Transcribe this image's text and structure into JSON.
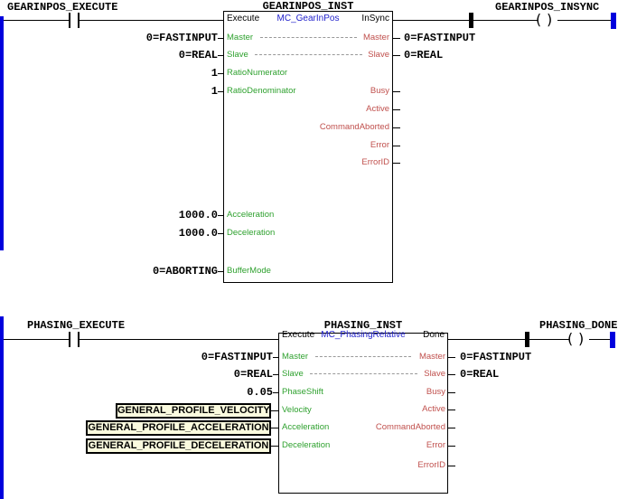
{
  "colors": {
    "power_rail": "#0000dd",
    "wire": "#000000",
    "input_pin": "#2fa12f",
    "output_pin": "#c0504d",
    "fb_type_name": "#2222cc",
    "define_box_bg": "#fbfbdf"
  },
  "rung1": {
    "contact_label": "GEARINPOS_EXECUTE",
    "coil_label": "GEARINPOS_INSYNC",
    "block": {
      "instance": "GEARINPOS_INST",
      "type": "MC_GearInPos",
      "exec_in": "Execute",
      "exec_out": "InSync",
      "pin_master": "Master",
      "pin_master_out": "Master",
      "pin_slave": "Slave",
      "pin_slave_out": "Slave",
      "pin_ratio_numerator": "RatioNumerator",
      "pin_ratio_denominator": "RatioDenominator",
      "pin_acceleration": "Acceleration",
      "pin_deceleration": "Deceleration",
      "pin_buffer_mode": "BufferMode",
      "pin_busy": "Busy",
      "pin_active": "Active",
      "pin_command_aborted": "CommandAborted",
      "pin_error": "Error",
      "pin_error_id": "ErrorID"
    },
    "values": {
      "master_in": "0=FASTINPUT",
      "master_out": "0=FASTINPUT",
      "slave_in": "0=REAL",
      "slave_out": "0=REAL",
      "ratio_numerator": "1",
      "ratio_denominator": "1",
      "acceleration": "1000.0",
      "deceleration": "1000.0",
      "buffer_mode": "0=ABORTING"
    }
  },
  "rung2": {
    "contact_label": "PHASING_EXECUTE",
    "coil_label": "PHASING_DONE",
    "block": {
      "instance": "PHASING_INST",
      "type": "MC_PhasingRelative",
      "exec_in": "Execute",
      "exec_out": "Done",
      "pin_master": "Master",
      "pin_master_out": "Master",
      "pin_slave": "Slave",
      "pin_slave_out": "Slave",
      "pin_phase_shift": "PhaseShift",
      "pin_velocity": "Velocity",
      "pin_acceleration": "Acceleration",
      "pin_deceleration": "Deceleration",
      "pin_busy": "Busy",
      "pin_active": "Active",
      "pin_command_aborted": "CommandAborted",
      "pin_error": "Error",
      "pin_error_id": "ErrorID"
    },
    "values": {
      "master_in": "0=FASTINPUT",
      "master_out": "0=FASTINPUT",
      "slave_in": "0=REAL",
      "slave_out": "0=REAL",
      "phase_shift": "0.05",
      "velocity": "GENERAL_PROFILE_VELOCITY",
      "acceleration": "GENERAL_PROFILE_ACCELERATION",
      "deceleration": "GENERAL_PROFILE_DECELERATION"
    }
  }
}
